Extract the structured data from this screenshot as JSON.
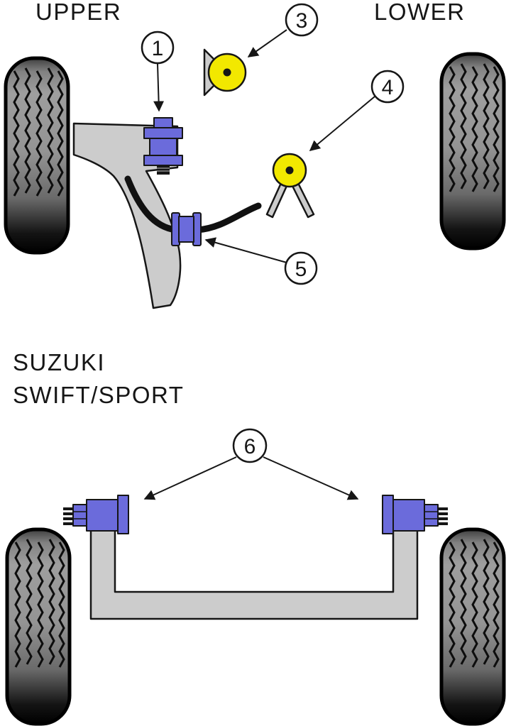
{
  "diagram": {
    "section_upper_label": "UPPER",
    "section_lower_label": "LOWER",
    "model": {
      "line1": "SUZUKI",
      "line2": "SWIFT/SPORT"
    },
    "callouts": {
      "c1": "1",
      "c3": "3",
      "c4": "4",
      "c5": "5",
      "c6": "6"
    },
    "colors": {
      "bushing_blue": "#6b6bdb",
      "bushing_yellow": "#f2e800",
      "metal_gray": "#cccccc",
      "outline_black": "#161616",
      "background": "#ffffff"
    }
  }
}
